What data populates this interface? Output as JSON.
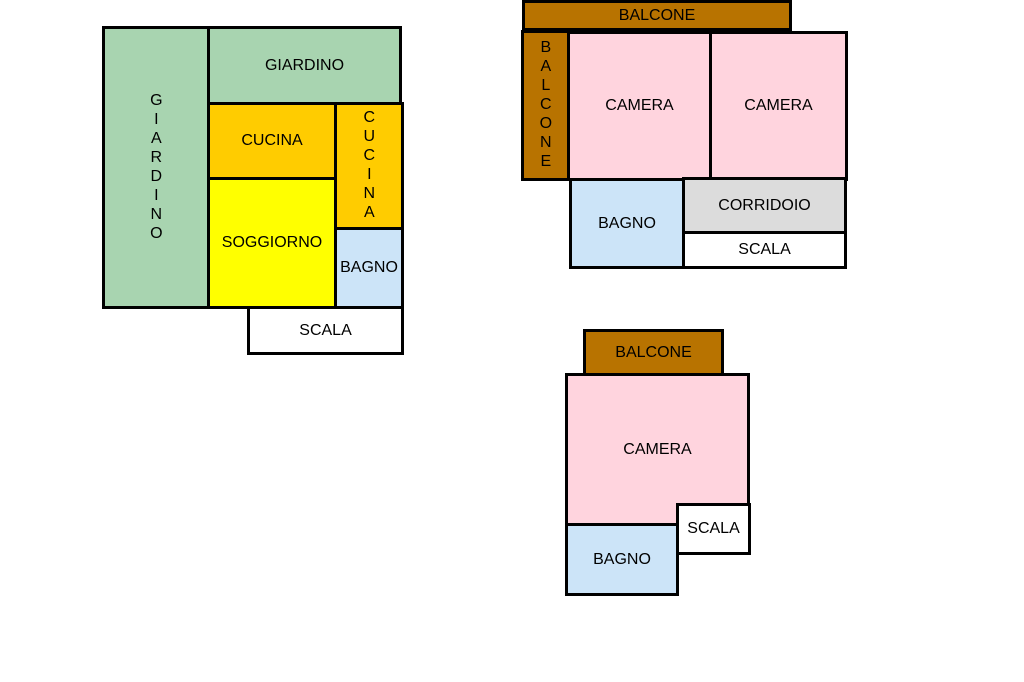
{
  "colors": {
    "giardino": "#a8d4b0",
    "cucina": "#ffcc00",
    "soggiorno": "#ffff00",
    "bagno": "#cce4f8",
    "scala": "#ffffff",
    "balcone": "#b87300",
    "camera": "#ffd4de",
    "corridoio": "#dcdcdc"
  },
  "plan_ground": {
    "giardino_left": "GIARDINO",
    "giardino_top": "GIARDINO",
    "cucina_main": "CUCINA",
    "cucina_side": "CUCINA",
    "soggiorno": "SOGGIORNO",
    "bagno": "BAGNO",
    "scala": "SCALA"
  },
  "plan_upper": {
    "balcone_top": "BALCONE",
    "balcone_side": "BALCONE",
    "camera_left": "CAMERA",
    "camera_right": "CAMERA",
    "bagno": "BAGNO",
    "corridoio": "CORRIDOIO",
    "scala": "SCALA"
  },
  "plan_attic": {
    "balcone": "BALCONE",
    "camera": "CAMERA",
    "bagno": "BAGNO",
    "scala": "SCALA"
  }
}
